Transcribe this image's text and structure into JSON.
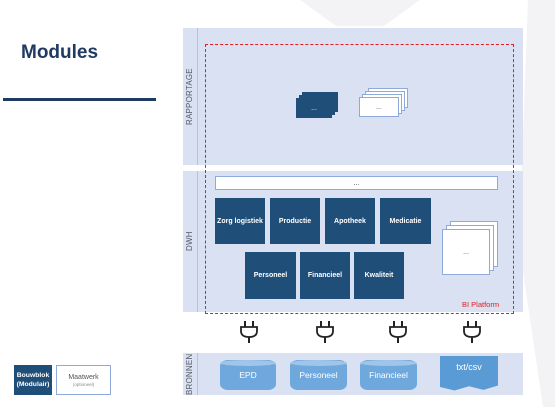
{
  "title": "Modules",
  "layers": {
    "rapportage": "RAPPORTAGE",
    "dwh": "DWH",
    "bronnen": "BRONNEN"
  },
  "bi_platform": "BI Platform",
  "rapportage": {
    "dark_doc": "...",
    "light_doc": "..."
  },
  "dwh": {
    "bar": "...",
    "blocks_row1": [
      "Zorg logistiek",
      "Productie",
      "Apotheek",
      "Medicatie"
    ],
    "blocks_row2": [
      "Personeel",
      "Financieel",
      "Kwaliteit"
    ],
    "maatwerk": "..."
  },
  "sources": [
    "EPD",
    "Personeel",
    "Financieel",
    "txt/csv"
  ],
  "legend": {
    "bouwblok": "Bouwblok (Modulair)",
    "maatwerk": "Maatwerk",
    "maatwerk_sub": "(optioneel)"
  },
  "colors": {
    "block": "#1f4e79",
    "layer": "#d9e1f2",
    "bi_border": "#e02020",
    "source": "#6fa8dc"
  }
}
